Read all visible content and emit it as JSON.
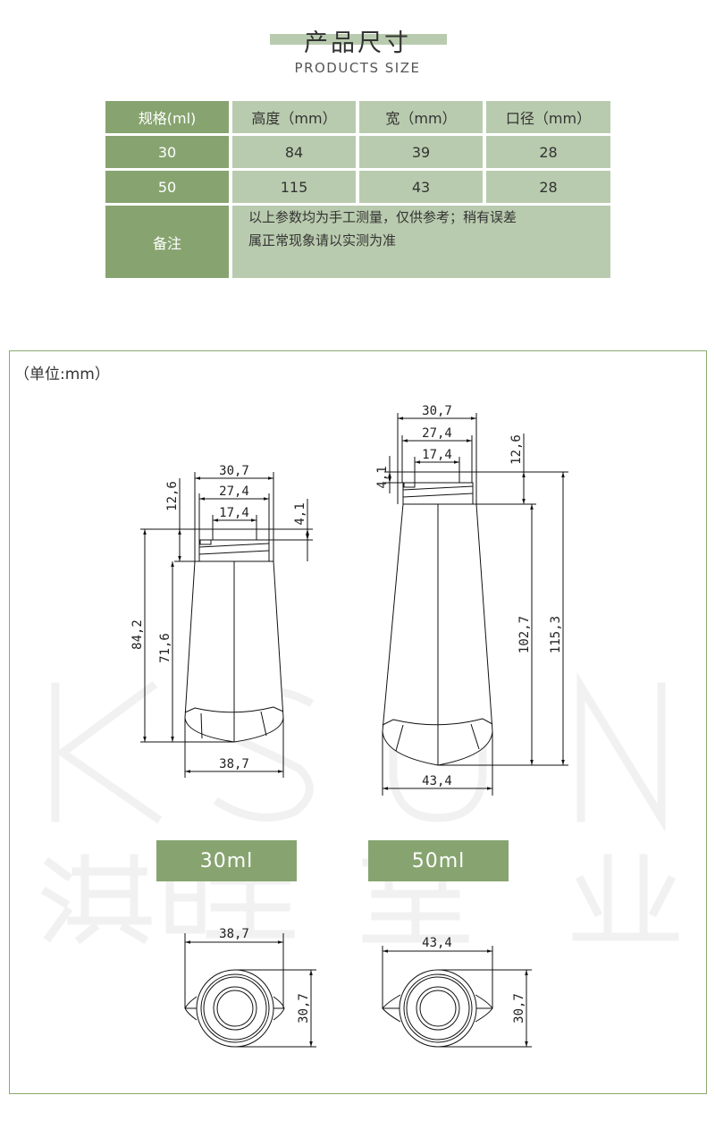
{
  "header": {
    "title_cn": "产品尺寸",
    "title_en": "PRODUCTS SIZE"
  },
  "table": {
    "headers": [
      "规格(ml)",
      "高度（mm）",
      "宽（mm）",
      "口径（mm）"
    ],
    "rows": [
      [
        "30",
        "84",
        "39",
        "28"
      ],
      [
        "50",
        "115",
        "43",
        "28"
      ]
    ],
    "note_label": "备注",
    "note_line1": "以上参数均为手工测量，仅供参考；稍有误差",
    "note_line2": "属正常现象请以实测为准"
  },
  "drawing": {
    "unit_label": "（单位:mm）",
    "watermark_en": "KSUN",
    "watermark_cn": "淇旺塑业",
    "bottle_30": {
      "label": "30ml",
      "cap_outer": "30,7",
      "cap_mid": "27,4",
      "cap_inner": "17,4",
      "neck_height": "12,6",
      "thread_height": "4,1",
      "total_height": "84,2",
      "body_height": "71,6",
      "body_width": "38,7",
      "bottom_width": "38,7",
      "bottom_depth": "30,7"
    },
    "bottle_50": {
      "label": "50ml",
      "cap_outer": "30,7",
      "cap_mid": "27,4",
      "cap_inner": "17,4",
      "neck_height": "12,6",
      "thread_height": "4,1",
      "total_height": "115,3",
      "body_height": "102,7",
      "body_width": "43,4",
      "bottom_width": "43,4",
      "bottom_depth": "30,7"
    }
  },
  "colors": {
    "dark_green": "#87a470",
    "light_green": "#b9cbae"
  }
}
